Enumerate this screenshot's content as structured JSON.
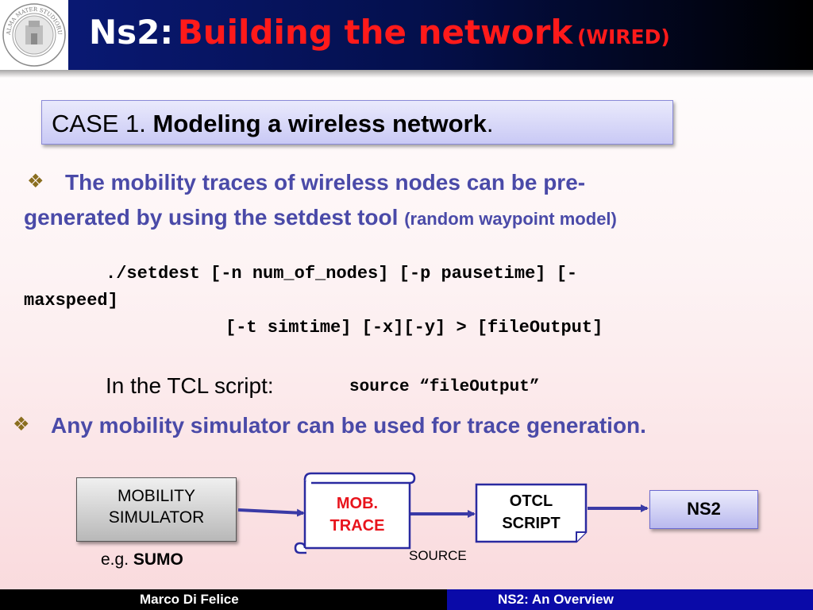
{
  "header": {
    "title_prefix": "Ns2:",
    "title_main": "Building the network",
    "title_suffix": "(WIRED)",
    "logo_icon": "university-seal-icon",
    "logo_text": "ALMA MATER STUDIORUM · A.D. 1088"
  },
  "case": {
    "prefix": "CASE 1.",
    "bold": "Modeling a wireless network",
    "suffix": "."
  },
  "bullets": [
    {
      "icon": "diamond-bullet-icon",
      "line1": "The mobility traces of wireless nodes can be pre-",
      "line2": "generated by using the setdest tool",
      "note": "(random waypoint model)"
    },
    {
      "icon": "diamond-bullet-icon",
      "text": "Any mobility simulator can be used for trace generation."
    }
  ],
  "code": {
    "line1": "./setdest [-n num_of_nodes] [-p pausetime] [-",
    "line2": "maxspeed]",
    "line3": "[-t simtime] [-x][-y] > [fileOutput]"
  },
  "tcl": {
    "label": "In the TCL script:",
    "code": "source “fileOutput”"
  },
  "diagram": {
    "mobility_line1": "MOBILITY",
    "mobility_line2": "SIMULATOR",
    "trace_line1": "MOB.",
    "trace_line2": "TRACE",
    "otcl_line1": "OTCL",
    "otcl_line2": "SCRIPT",
    "ns2": "NS2",
    "eg_prefix": "e.g.",
    "eg_bold": "SUMO",
    "source_label": "SOURCE"
  },
  "footer": {
    "left": "Marco Di Felice",
    "right": "NS2: An Overview"
  },
  "colors": {
    "header_blue": "#0a1a7a",
    "title_red": "#ff1a1a",
    "bullet_text": "#4a4aa8",
    "arrow": "#3a3aa6",
    "footer_right": "#0a0aa8"
  }
}
